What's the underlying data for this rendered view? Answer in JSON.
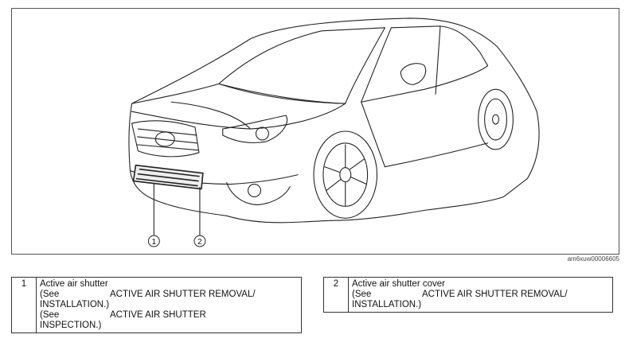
{
  "figure": {
    "image_id": "am6xuw00006605",
    "callouts": [
      "1",
      "2"
    ]
  },
  "parts_table": [
    {
      "number": "1",
      "name": "Active air shutter",
      "references": [
        {
          "prefix": "(See",
          "text": "ACTIVE AIR SHUTTER REMOVAL/",
          "continuation": "INSTALLATION.)"
        },
        {
          "prefix": "(See",
          "text": "ACTIVE AIR SHUTTER",
          "continuation": "INSPECTION.)"
        }
      ]
    },
    {
      "number": "2",
      "name": "Active air shutter cover",
      "references": [
        {
          "prefix": "(See",
          "text": "ACTIVE AIR SHUTTER REMOVAL/",
          "continuation": "INSTALLATION.)"
        }
      ]
    }
  ]
}
